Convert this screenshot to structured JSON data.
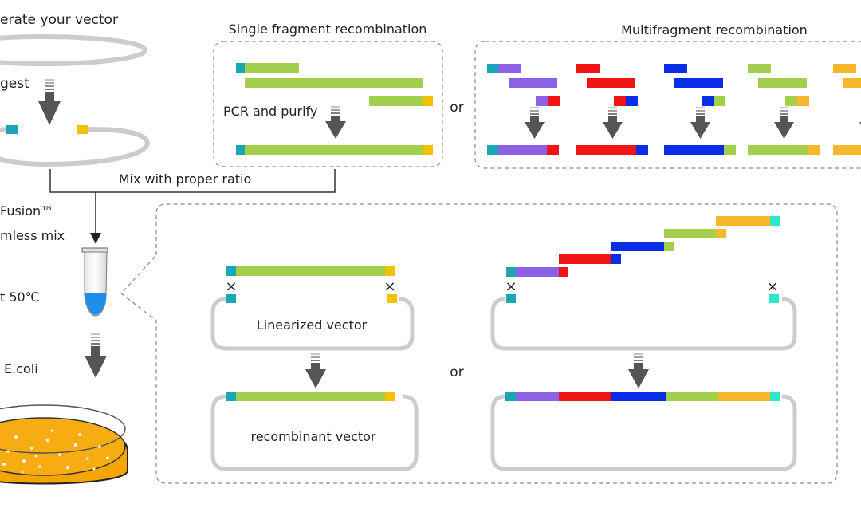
{
  "colors": {
    "teal": "#1aa6b4",
    "cyan": "#2ee6c8",
    "yellow": "#f2c200",
    "green": "#a4cf4c",
    "purple": "#8b62e6",
    "red": "#f01414",
    "blue": "#0a2ee8",
    "orange": "#f6b82a",
    "gray_ring": "#cccccc",
    "dash_border": "#8a8a8a",
    "arrow": "#555555",
    "dish_fill": "#f5a400",
    "tube_liquid": "#1f8ee8"
  },
  "left_column": {
    "title": "erate your vector",
    "digest": "gest",
    "reagent_line1": "Fusion™",
    "reagent_line2": "mless mix",
    "incubate": "t 50℃",
    "transform": "E.coli"
  },
  "mix_label": "Mix with proper ratio",
  "single_fragment": {
    "title": "Single fragment recombination",
    "step": "PCR and purify"
  },
  "or_labels": {
    "top": "or",
    "bottom": "or"
  },
  "multi_fragment": {
    "title": "Multifragment recombination"
  },
  "assembly": {
    "linearized": "Linearized vector",
    "recombinant": "recombinant vector",
    "cross_mark": "×"
  }
}
